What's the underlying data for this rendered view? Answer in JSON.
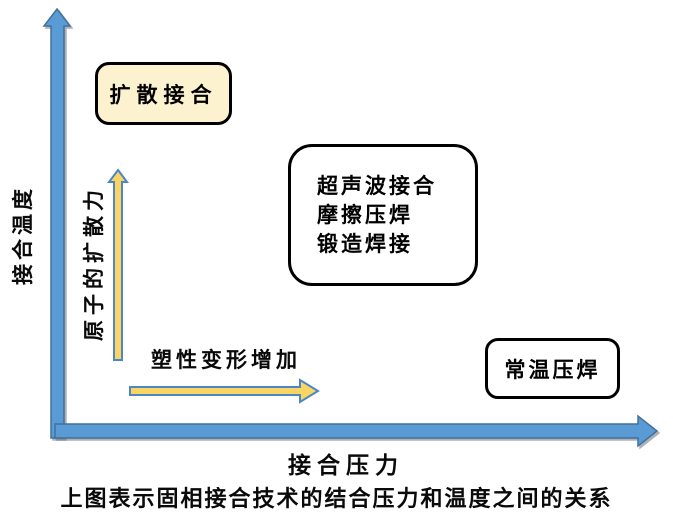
{
  "colors": {
    "axis_fill": "#5B9BD5",
    "axis_stroke": "#41719C",
    "accent_fill": "#FBD563",
    "accent_stroke": "#4A86C8",
    "box_fill": "#FCF2CF",
    "ink": "#000000"
  },
  "diagram": {
    "y_axis_label": "接合温度",
    "x_axis_label": "接合压力",
    "boxes": {
      "diffusion": {
        "label": "扩散接合"
      },
      "techniques": {
        "lines": [
          "超声波接合",
          "摩擦压焊",
          "锻造焊接"
        ]
      },
      "cold": {
        "label": "常温压焊"
      }
    },
    "arrows": {
      "atomic_diffusion": {
        "label": "原子的扩散力"
      },
      "plastic_deformation": {
        "label": "塑性变形增加"
      }
    },
    "caption": "上图表示固相接合技术的结合压力和温度之间的关系"
  }
}
